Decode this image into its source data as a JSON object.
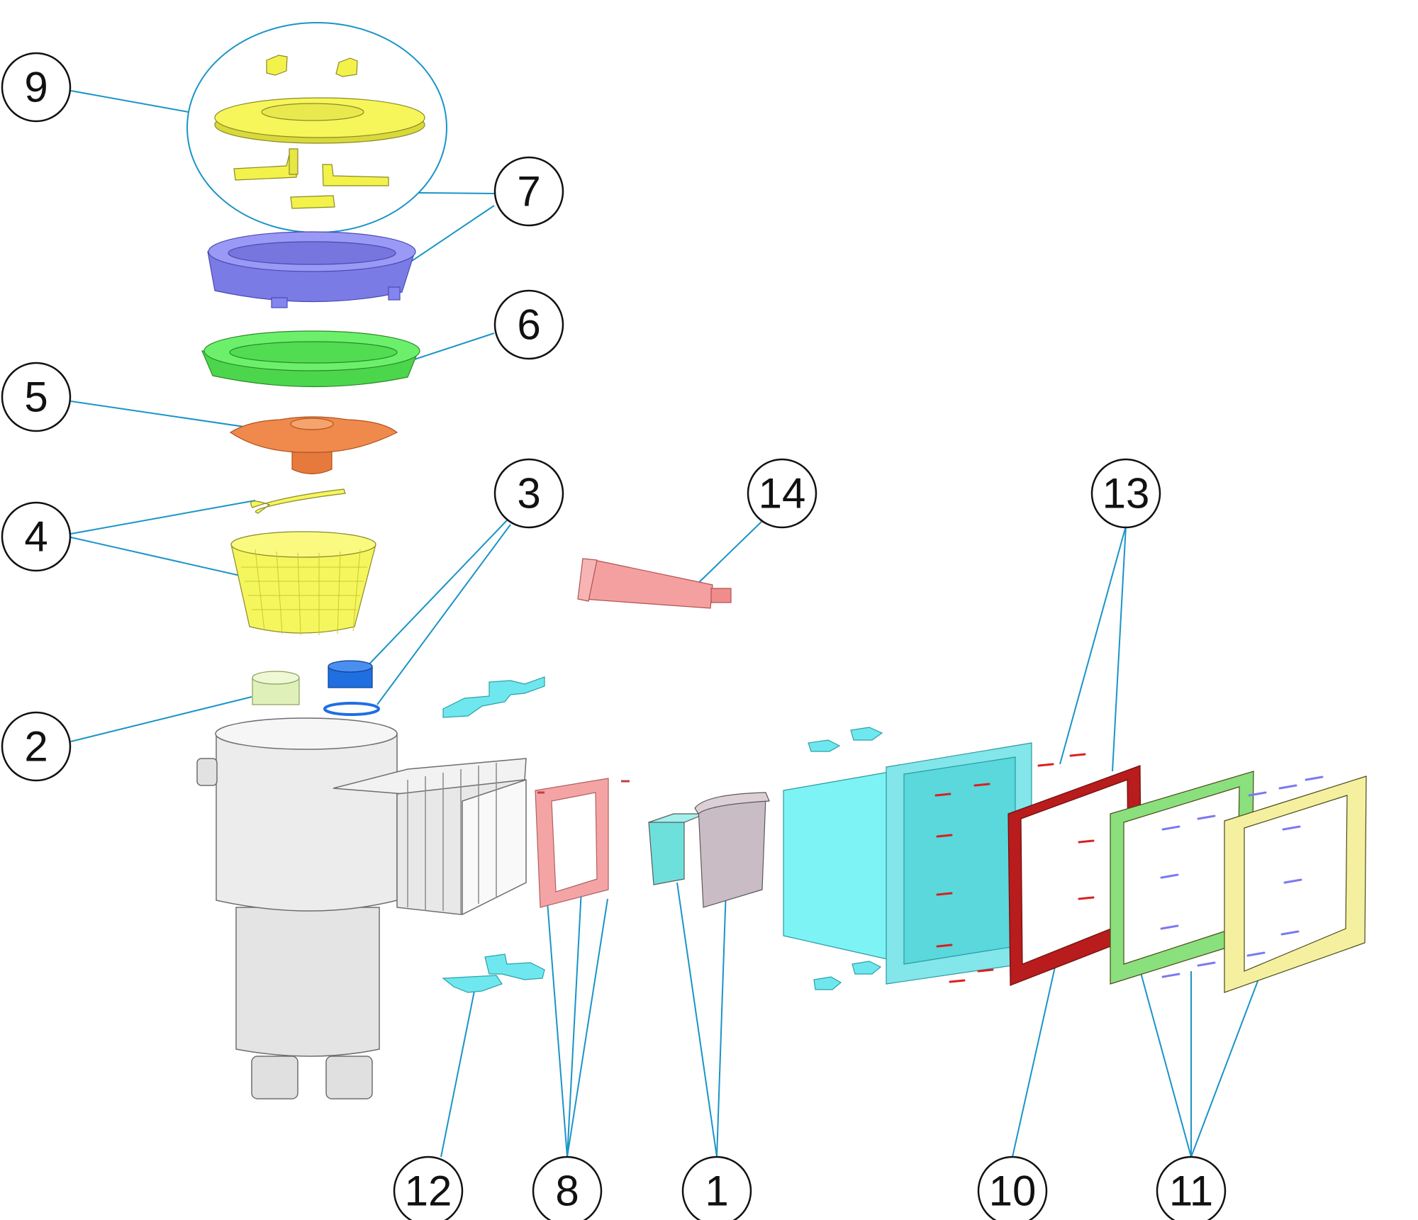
{
  "colors": {
    "leader": "#1a94c8",
    "cover_yellow": "#f2f24a",
    "collar_blue": "#8585f0",
    "ring_green": "#5fe85f",
    "weir_orange": "#f08a4c",
    "basket_yellow": "#f5f55e",
    "plug_blue": "#1f6fe0",
    "fitting_green": "#dff0b8",
    "tube_pink": "#f5a0a0",
    "frame_pink": "#f4a4a4",
    "clip_cyan": "#6ee8ee",
    "box_gray": "#e9e9e9",
    "flap_cyan": "#6ee0dc",
    "flap_gray": "#c9bcc4",
    "mouth_cyan": "#7df3f5",
    "gasket_red": "#b81c1c",
    "gasket_green": "#8ae07c",
    "faceplate_yellow": "#f5f0a0",
    "screw_blue": "#7a7af0",
    "screw_red": "#d82020"
  },
  "callouts": [
    {
      "id": "9",
      "label": "9"
    },
    {
      "id": "7",
      "label": "7"
    },
    {
      "id": "6",
      "label": "6"
    },
    {
      "id": "5",
      "label": "5"
    },
    {
      "id": "3",
      "label": "3"
    },
    {
      "id": "14",
      "label": "14"
    },
    {
      "id": "13",
      "label": "13"
    },
    {
      "id": "4",
      "label": "4"
    },
    {
      "id": "2",
      "label": "2"
    },
    {
      "id": "12",
      "label": "12"
    },
    {
      "id": "8",
      "label": "8"
    },
    {
      "id": "1",
      "label": "1"
    },
    {
      "id": "10",
      "label": "10"
    },
    {
      "id": "11",
      "label": "11"
    }
  ]
}
